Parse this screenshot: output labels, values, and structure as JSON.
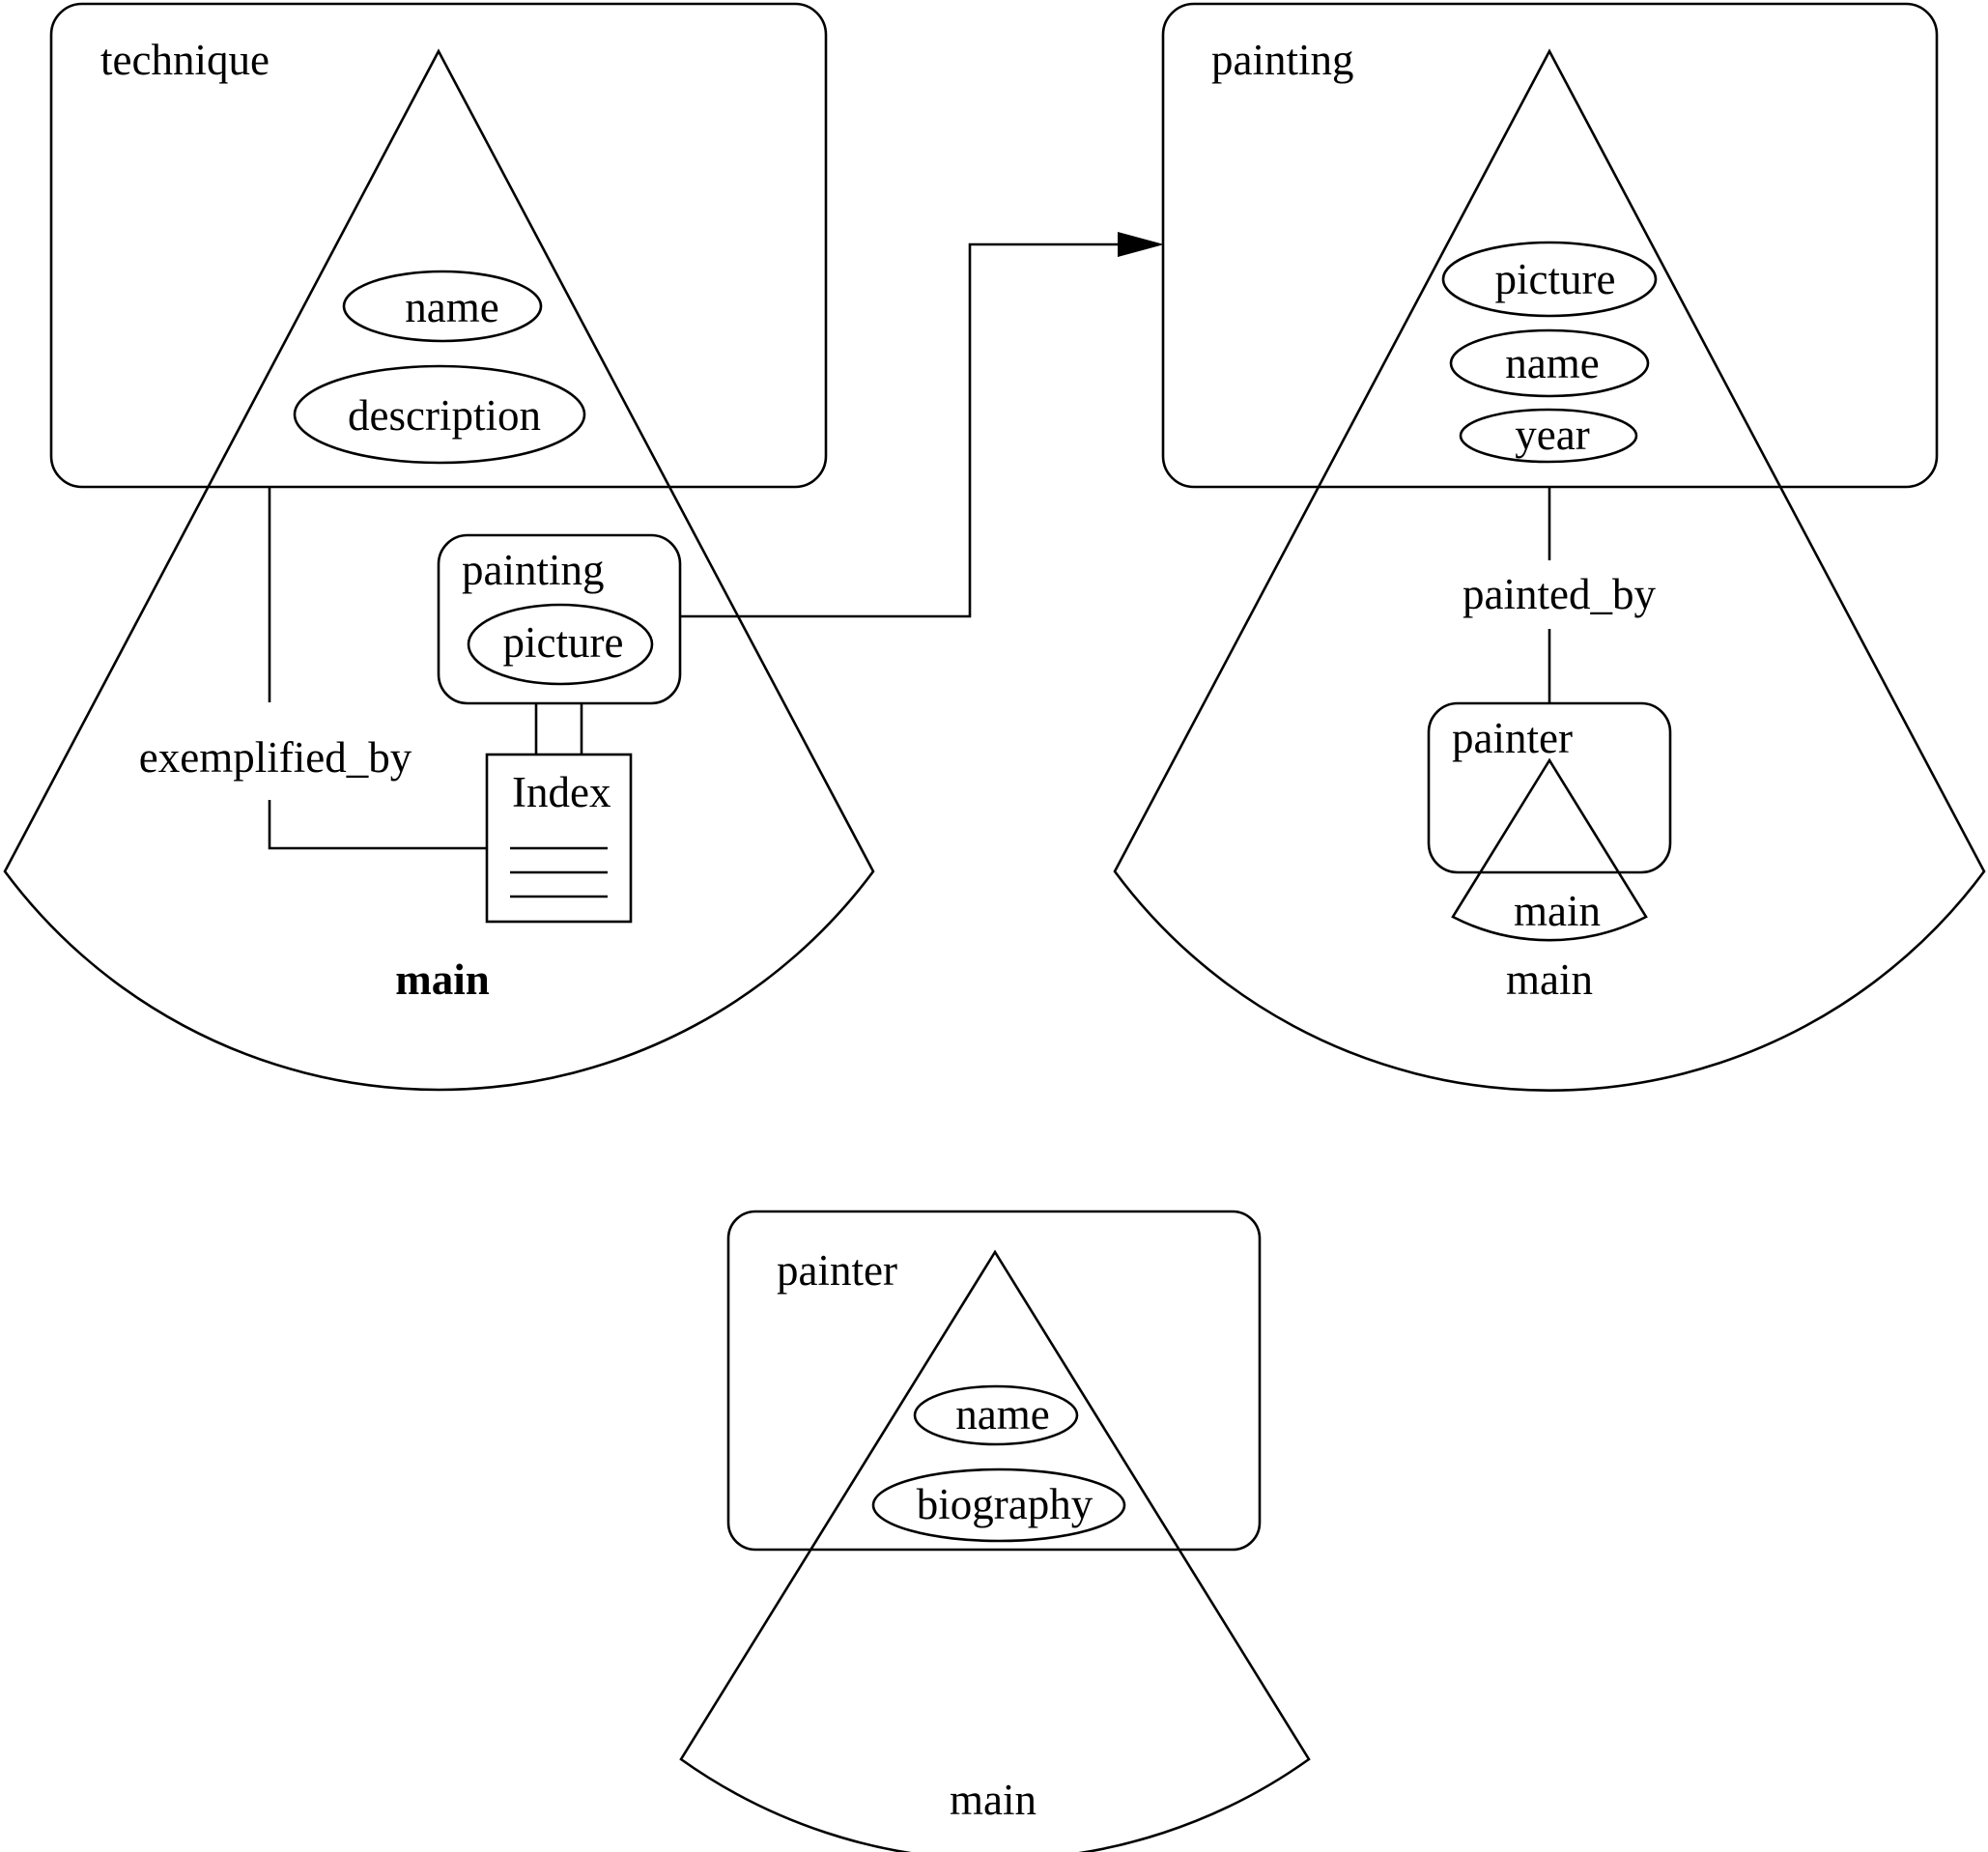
{
  "technique": {
    "entity_label": "technique",
    "attributes": [
      "name",
      "description"
    ],
    "sector_label": "main",
    "link_label": "exemplified_by",
    "nested": {
      "entity_label": "painting",
      "attribute": "picture"
    },
    "index_label": "Index"
  },
  "painting": {
    "entity_label": "painting",
    "attributes": [
      "picture",
      "name",
      "year"
    ],
    "sector_label": "main",
    "link_label": "painted_by",
    "nested": {
      "entity_label": "painter",
      "sector_label": "main"
    }
  },
  "painter": {
    "entity_label": "painter",
    "attributes": [
      "name",
      "biography"
    ],
    "sector_label": "main"
  }
}
